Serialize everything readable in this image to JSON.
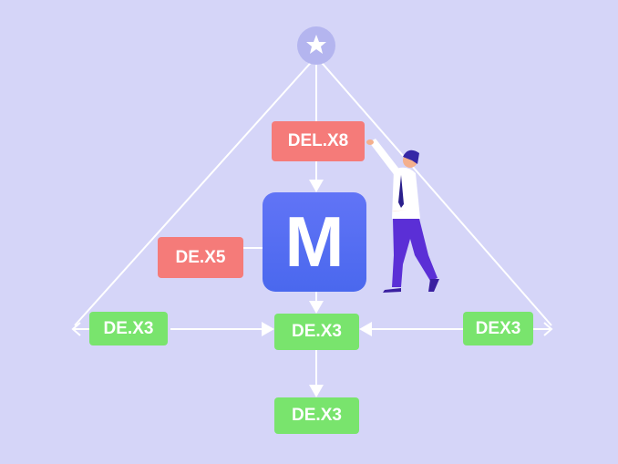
{
  "top_node": {
    "icon": "star-icon"
  },
  "nodes": {
    "del_x8": "DEL.X8",
    "de_x5": "DE.X5",
    "logo": "M",
    "left": "DE.X3",
    "center": "DE.X3",
    "right": "DEX3",
    "bottom": "DE.X3"
  },
  "colors": {
    "background": "#d5d5f8",
    "red": "#f57b79",
    "green": "#79e46d",
    "blue": "#5a6ef5"
  }
}
